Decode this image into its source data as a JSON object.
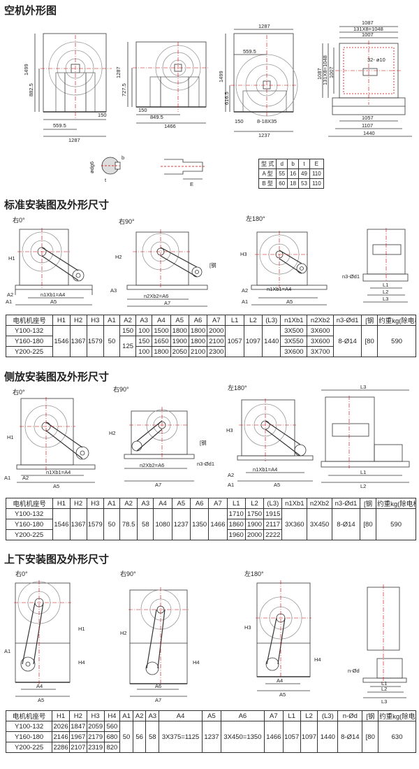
{
  "titles": {
    "outline": "空机外形图",
    "standard": "标准安装图及外形尺寸",
    "side": "侧放安装图及外形尺寸",
    "updown": "上下安装图及外形尺寸"
  },
  "outline_dims": {
    "d1_h1": "1499",
    "d1_h2": "882.5",
    "d1_w1": "559.5",
    "d1_w2": "1287",
    "d1_b": "150",
    "d2_h1": "1287",
    "d2_h2": "727.5",
    "d2_w1": "849.5",
    "d2_w2": "1466",
    "d2_b": "150",
    "d3_top": "1287",
    "d3_w1": "559.5",
    "d3_h1": "1499",
    "d3_h2": "616.5",
    "d3_holes": "8-18X35",
    "d3_w2": "1237",
    "d3_b": "150",
    "d4_w1": "1087",
    "d4_w2": "131X8=1048",
    "d4_w3": "1007",
    "d4_holes": "32- ø10",
    "d4_h1": "1087",
    "d4_h2": "131X8=1048",
    "d4_h3": "1007",
    "d4_b1": "1057",
    "d4_b2": "1107",
    "d4_b3": "1440",
    "shaft_d": "ødg6",
    "shaft_b": "b",
    "shaft_t": "t",
    "shaft_e": "E"
  },
  "shaft_table": {
    "header": [
      "型 式",
      "d",
      "b",
      "t",
      "E"
    ],
    "rows": [
      [
        "A 型",
        "55",
        "16",
        "49",
        "110"
      ],
      [
        "B 型",
        "60",
        "18",
        "53",
        "110"
      ]
    ]
  },
  "views": {
    "right0": "右0°",
    "right90": "右90°",
    "left180": "左180°"
  },
  "std_labels": {
    "H1": "H1",
    "H2": "H2",
    "H3": "H3",
    "A1": "A1",
    "A2": "A2",
    "A3": "A3",
    "A5": "A5",
    "A7": "A7",
    "n1": "n1Xb1=A4",
    "n2": "n2Xb2=A6",
    "steel": "[钢",
    "hole": "n3-Ød1",
    "L1": "L1",
    "L2": "L2",
    "L3": "L3"
  },
  "side_labels": {
    "H1": "H1",
    "H2": "H2",
    "H3": "H3",
    "A1": "A1",
    "A2": "A2",
    "A5": "A5",
    "A7": "A7",
    "n1": "n1Xb1=A4",
    "n2": "n2Xb2=A6",
    "steel": "[钢",
    "hole": "n3-Ød1",
    "L1": "L1",
    "L2": "L2",
    "L3": "L3"
  },
  "updown_labels": {
    "H1": "H1",
    "H2": "H2",
    "H3": "H3",
    "H4": "H4",
    "A1": "A1",
    "A4": "A4",
    "A5": "A5",
    "A6": "A6",
    "A7": "A7",
    "hole": "n-Ød",
    "L1": "L1",
    "L2": "L2",
    "L3": "L3"
  },
  "table_std": {
    "header": [
      "电机机座号",
      "H1",
      "H2",
      "H3",
      "A1",
      "A2",
      "A3",
      "A4",
      "A5",
      "A6",
      "A7",
      "L1",
      "L2",
      "(L3)",
      "n1Xb1",
      "n2Xb2",
      "n3-Ød1",
      "[钢",
      "约重kg(除电机)"
    ],
    "rows": [
      [
        "Y100-132",
        "",
        "",
        "",
        "",
        "150",
        "100",
        "1500",
        "1800",
        "1800",
        "2000",
        "",
        "",
        "",
        "3X500",
        "3X600",
        "",
        "",
        ""
      ],
      [
        "Y160-180",
        "1546",
        "1367",
        "1579",
        "50",
        "",
        "150",
        "1650",
        "1900",
        "1800",
        "2100",
        "1057",
        "1097",
        "1440",
        "3X550",
        "3X600",
        "8-Ø14",
        "[80",
        "590"
      ],
      [
        "Y200-225",
        "",
        "",
        "",
        "",
        "",
        "100",
        "1800",
        "2050",
        "2100",
        "2300",
        "",
        "",
        "",
        "3X600",
        "3X700",
        "",
        "",
        ""
      ]
    ],
    "a2_merged": "125"
  },
  "table_side": {
    "header": [
      "电机机座号",
      "H1",
      "H2",
      "H3",
      "A1",
      "A2",
      "A3",
      "A4",
      "A5",
      "A6",
      "A7",
      "L1",
      "L2",
      "(L3)",
      "n1Xb1",
      "n2Xb2",
      "n3-Ød1",
      "[钢",
      "约重kg(除电机)"
    ],
    "rows": [
      [
        "Y100-132",
        "",
        "",
        "",
        "",
        "",
        "",
        "",
        "",
        "",
        "",
        "1710",
        "1750",
        "1915",
        "",
        "",
        "",
        "",
        ""
      ],
      [
        "Y160-180",
        "1546",
        "1367",
        "1579",
        "50",
        "78.5",
        "58",
        "1080",
        "1237",
        "1350",
        "1466",
        "1860",
        "1900",
        "2117",
        "3X360",
        "3X450",
        "8-Ø14",
        "[80",
        "590"
      ],
      [
        "Y200-225",
        "",
        "",
        "",
        "",
        "",
        "",
        "",
        "",
        "",
        "",
        "1960",
        "2000",
        "2222",
        "",
        "",
        "",
        "",
        ""
      ]
    ]
  },
  "table_updown": {
    "header": [
      "电机机座号",
      "H1",
      "H2",
      "H3",
      "H4",
      "A1",
      "A2",
      "A3",
      "A4",
      "A5",
      "A6",
      "A7",
      "L1",
      "L2",
      "(L3)",
      "n-Ød",
      "[钢",
      "约重kg(除电机)"
    ],
    "rows": [
      [
        "Y100-132",
        "2026",
        "1847",
        "2059",
        "560",
        "",
        "",
        "",
        "",
        "",
        "",
        "",
        "",
        "",
        "",
        "",
        "",
        ""
      ],
      [
        "Y160-180",
        "2146",
        "1967",
        "2179",
        "680",
        "50",
        "56",
        "58",
        "3X375=1125",
        "1237",
        "3X450=1350",
        "1466",
        "1057",
        "1097",
        "1440",
        "8-Ø14",
        "[80",
        "630"
      ],
      [
        "Y200-225",
        "2286",
        "2107",
        "2319",
        "820",
        "",
        "",
        "",
        "",
        "",
        "",
        "",
        "",
        "",
        "",
        "",
        "",
        ""
      ]
    ]
  },
  "colors": {
    "centerline": "#cc0000",
    "line": "#333333"
  }
}
